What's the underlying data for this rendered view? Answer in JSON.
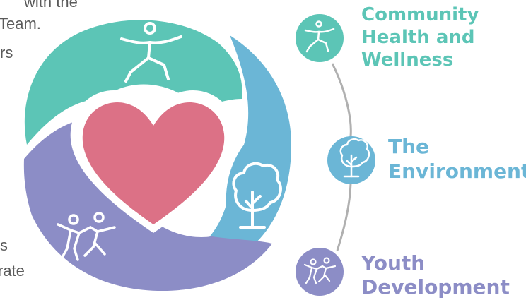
{
  "background_text": {
    "line1": "with the",
    "line2": "Team.",
    "line3": "rs",
    "line4": "s",
    "line5": "rate"
  },
  "pillars": [
    {
      "key": "community",
      "lines": [
        "Community",
        "Health and",
        "Wellness"
      ],
      "color": "#5cc5b6",
      "icon": "yoga-person-icon"
    },
    {
      "key": "environment",
      "lines": [
        "The",
        "Environment"
      ],
      "color": "#6bb6d6",
      "icon": "tree-icon"
    },
    {
      "key": "youth",
      "lines": [
        "Youth",
        "Development"
      ],
      "color": "#8c8dc6",
      "icon": "youth-figures-icon"
    }
  ],
  "colors": {
    "heart": "#dc7186",
    "teal": "#5cc5b6",
    "blue": "#6bb6d6",
    "purple": "#8c8dc6",
    "connector": "#b0b0b0"
  }
}
